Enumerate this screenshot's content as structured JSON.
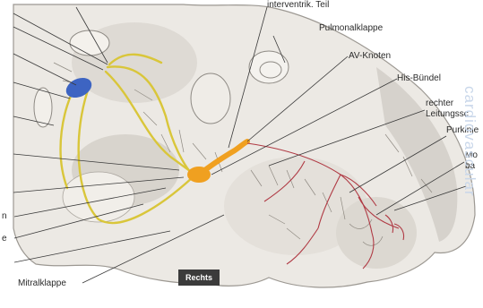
{
  "labels": {
    "interventrik": "interventrik. Teil",
    "pulmonalklappe": "Pulmonalklappe",
    "av_knoten": "AV-Knoten",
    "his_buendel": "His-Bündel",
    "rechter": "rechter",
    "leitungsschenkel": "Leitungssc",
    "purkinje": "Purkinje",
    "mo": "Mo",
    "ba": "ba",
    "left_n": "n",
    "left_e": "e",
    "mitralklappe": "Mitralklappe",
    "rechts": "Rechts"
  },
  "watermark": "cardiovascular",
  "colors": {
    "conduction": "#d9c63a",
    "av_node": "#f0a020",
    "purkinje": "#b03a44",
    "sa_node": "#3d64c2",
    "background": "#ffffff"
  }
}
